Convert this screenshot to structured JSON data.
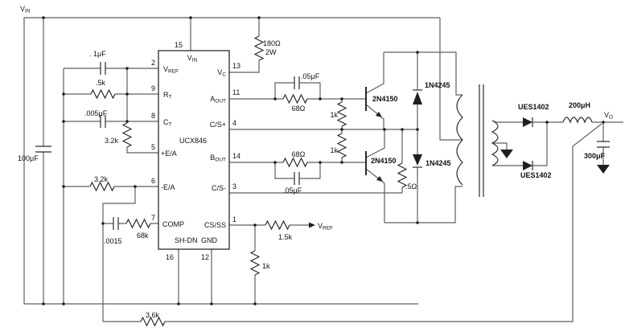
{
  "colors": {
    "ink": "#2b2b2b",
    "wire": "#5f5f5f",
    "background": "#ffffff"
  },
  "schematic": {
    "supply": {
      "vin": {
        "main": "V",
        "sub": "IN"
      },
      "input_cap": "100μF"
    },
    "timing": {
      "vref_cap": ". 1μF",
      "rt_res": ".5k",
      "ct_cap": ".005μF",
      "ea_plus_res": "3.2k"
    },
    "error_amp": {
      "ea_minus_res": "3.2k",
      "comp_res": "68k",
      "comp_cap": ".0015",
      "feedback_res": "3.6k"
    },
    "ic": {
      "name": "UCX846",
      "top_pin": {
        "num": "15",
        "name": {
          "main": "V",
          "sub": "IN"
        }
      },
      "left_pins": [
        {
          "num": "2",
          "name": {
            "main": "V",
            "sub": "REF"
          }
        },
        {
          "num": "9",
          "name": {
            "main": "R",
            "sub": "T"
          }
        },
        {
          "num": "8",
          "name": {
            "main": "C",
            "sub": "T"
          }
        },
        {
          "num": "5",
          "name": {
            "main": "+E/A",
            "sub": ""
          }
        },
        {
          "num": "6",
          "name": {
            "main": "-E/A",
            "sub": ""
          }
        },
        {
          "num": "7",
          "name": {
            "main": "COMP",
            "sub": ""
          }
        }
      ],
      "right_pins": [
        {
          "num": "13",
          "name": {
            "main": "V",
            "sub": "C"
          }
        },
        {
          "num": "11",
          "name": {
            "main": "A",
            "sub": "OUT"
          }
        },
        {
          "num": "4",
          "name": {
            "main": "C/S+",
            "sub": ""
          }
        },
        {
          "num": "14",
          "name": {
            "main": "B",
            "sub": "OUT"
          }
        },
        {
          "num": "3",
          "name": {
            "main": "C/S-",
            "sub": ""
          }
        },
        {
          "num": "1",
          "name": {
            "main": "CS/SS",
            "sub": ""
          }
        }
      ],
      "bottom_pins": [
        {
          "num": "16",
          "name": "SH-DN"
        },
        {
          "num": "12",
          "name": "GND"
        }
      ]
    },
    "driver": {
      "vc_res": "180Ω",
      "vc_res_power": "2W",
      "a_cap": ".05μF",
      "a_res": "68Ω",
      "a_1k": "1k",
      "b_res": "68Ω",
      "b_cap": ".05μF",
      "b_1k": "1k",
      "q1": "2N4150",
      "q2": "2N4150",
      "d1": "1N4245",
      "d2": "1N4245",
      "sense_res": ".5Ω"
    },
    "soft_start": {
      "series_res": "1.5k",
      "vref": {
        "main": "V",
        "sub": "REF"
      },
      "gnd_res": "1k"
    },
    "output": {
      "rect_top": "UES1402",
      "rect_bottom": "UES1402",
      "inductor": "200μH",
      "cap": "300μF",
      "vo": {
        "main": "V",
        "sub": "O"
      }
    }
  }
}
